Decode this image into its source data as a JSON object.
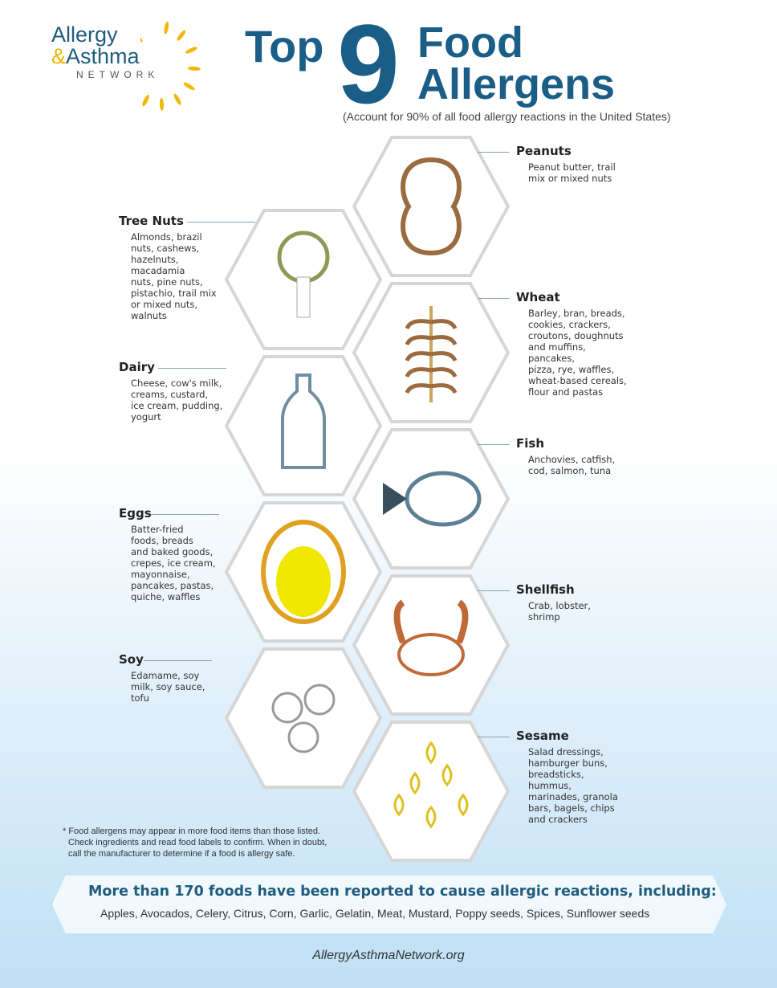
{
  "logo": {
    "line1": "Allergy",
    "amp": "&",
    "line2": "Asthma",
    "line3": "NETWORK"
  },
  "title": {
    "top": "Top",
    "number": "9",
    "food": "Food",
    "allergens": "Allergens",
    "subtitle": "(Account for 90% of all food allergy reactions in the United States)"
  },
  "allergens": [
    {
      "name": "Peanuts",
      "side": "right",
      "icon": "peanut-icon",
      "desc": [
        "Peanut butter, trail",
        "mix or mixed nuts"
      ]
    },
    {
      "name": "Tree Nuts",
      "side": "left",
      "icon": "tree-icon",
      "desc": [
        "Almonds, brazil",
        "nuts, cashews,",
        "hazelnuts,",
        "macadamia",
        "nuts, pine nuts,",
        "pistachio, trail mix",
        "or mixed nuts,",
        "walnuts"
      ]
    },
    {
      "name": "Wheat",
      "side": "right",
      "icon": "wheat-icon",
      "desc": [
        "Barley, bran, breads,",
        "cookies, crackers,",
        "croutons, doughnuts",
        "and muffins, pancakes,",
        "pizza, rye, waffles,",
        "wheat-based cereals,",
        "flour and pastas"
      ]
    },
    {
      "name": "Dairy",
      "side": "left",
      "icon": "milk-bottle-icon",
      "desc": [
        "Cheese, cow's milk,",
        "creams, custard,",
        "ice cream, pudding,",
        "yogurt"
      ]
    },
    {
      "name": "Fish",
      "side": "right",
      "icon": "fish-icon",
      "desc": [
        "Anchovies, catfish,",
        "cod, salmon, tuna"
      ]
    },
    {
      "name": "Eggs",
      "side": "left",
      "icon": "egg-icon",
      "desc": [
        "Batter-fried",
        "foods, breads",
        "and baked goods,",
        "crepes, ice cream,",
        "mayonnaise,",
        "pancakes, pastas,",
        "quiche, waffles"
      ]
    },
    {
      "name": "Shellfish",
      "side": "right",
      "icon": "crab-icon",
      "desc": [
        "Crab, lobster,",
        "shrimp"
      ]
    },
    {
      "name": "Soy",
      "side": "left",
      "icon": "soybeans-icon",
      "desc": [
        "Edamame, soy",
        "milk, soy sauce,",
        "tofu"
      ]
    },
    {
      "name": "Sesame",
      "side": "right",
      "icon": "sesame-seeds-icon",
      "desc": [
        "Salad dressings,",
        "hamburger buns,",
        "breadsticks, hummus,",
        "marinades, granola",
        "bars, bagels, chips",
        "and crackers"
      ]
    }
  ],
  "footnote": [
    "* Food allergens may appear in more food items than those listed.",
    "Check ingredients and read food labels to confirm. When in doubt,",
    "call the manufacturer to determine if a food is allergy safe."
  ],
  "band": {
    "heading": "More than 170 foods have been reported to cause allergic reactions, including:",
    "list": "Apples, Avocados, Celery, Citrus, Corn, Garlic, Gelatin, Meat, Mustard, Poppy seeds, Spices, Sunflower seeds"
  },
  "website": "AllergyAsthmaNetwork.org",
  "colors": {
    "brand_blue": "#1a5e88",
    "sun_yellow": "#f0b400"
  }
}
